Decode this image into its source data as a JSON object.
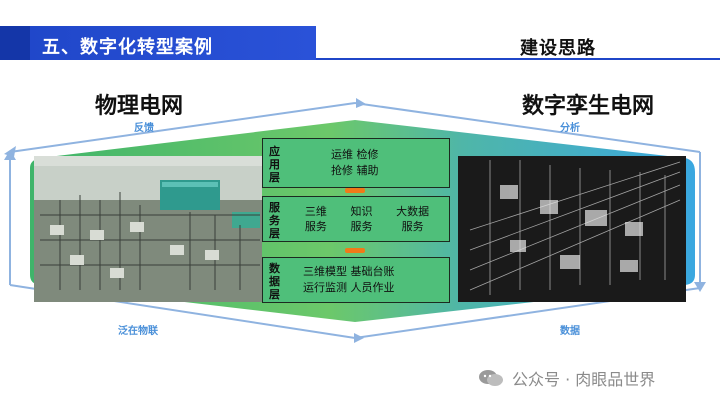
{
  "header": {
    "section_title": "五、数字化转型案例",
    "right_title": "建设思路"
  },
  "sides": {
    "left_title": "物理电网",
    "right_title": "数字孪生电网"
  },
  "arrows": {
    "top_left": "反馈",
    "top_right": "分析",
    "bottom_left": "泛在物联",
    "bottom_right": "数据"
  },
  "layers": [
    {
      "title": "应用层",
      "items": [
        "运维 检修",
        "抢修 辅助"
      ]
    },
    {
      "title": "服务层",
      "items": [
        [
          "三维",
          "服务"
        ],
        [
          "知识",
          "服务"
        ],
        [
          "大数据",
          "服务"
        ]
      ]
    },
    {
      "title": "数据层",
      "items": [
        "三维模型  基础台账",
        "运行监测  人员作业"
      ]
    }
  ],
  "watermark": "公众号 · 肉眼品世界",
  "colors": {
    "header_blue": "#1f46c8",
    "frame_green": "#4fbf7a",
    "frame_blue": "#3aa7e0",
    "connector_orange": "#f07a18",
    "arrow_blue": "#8fb3e0"
  }
}
